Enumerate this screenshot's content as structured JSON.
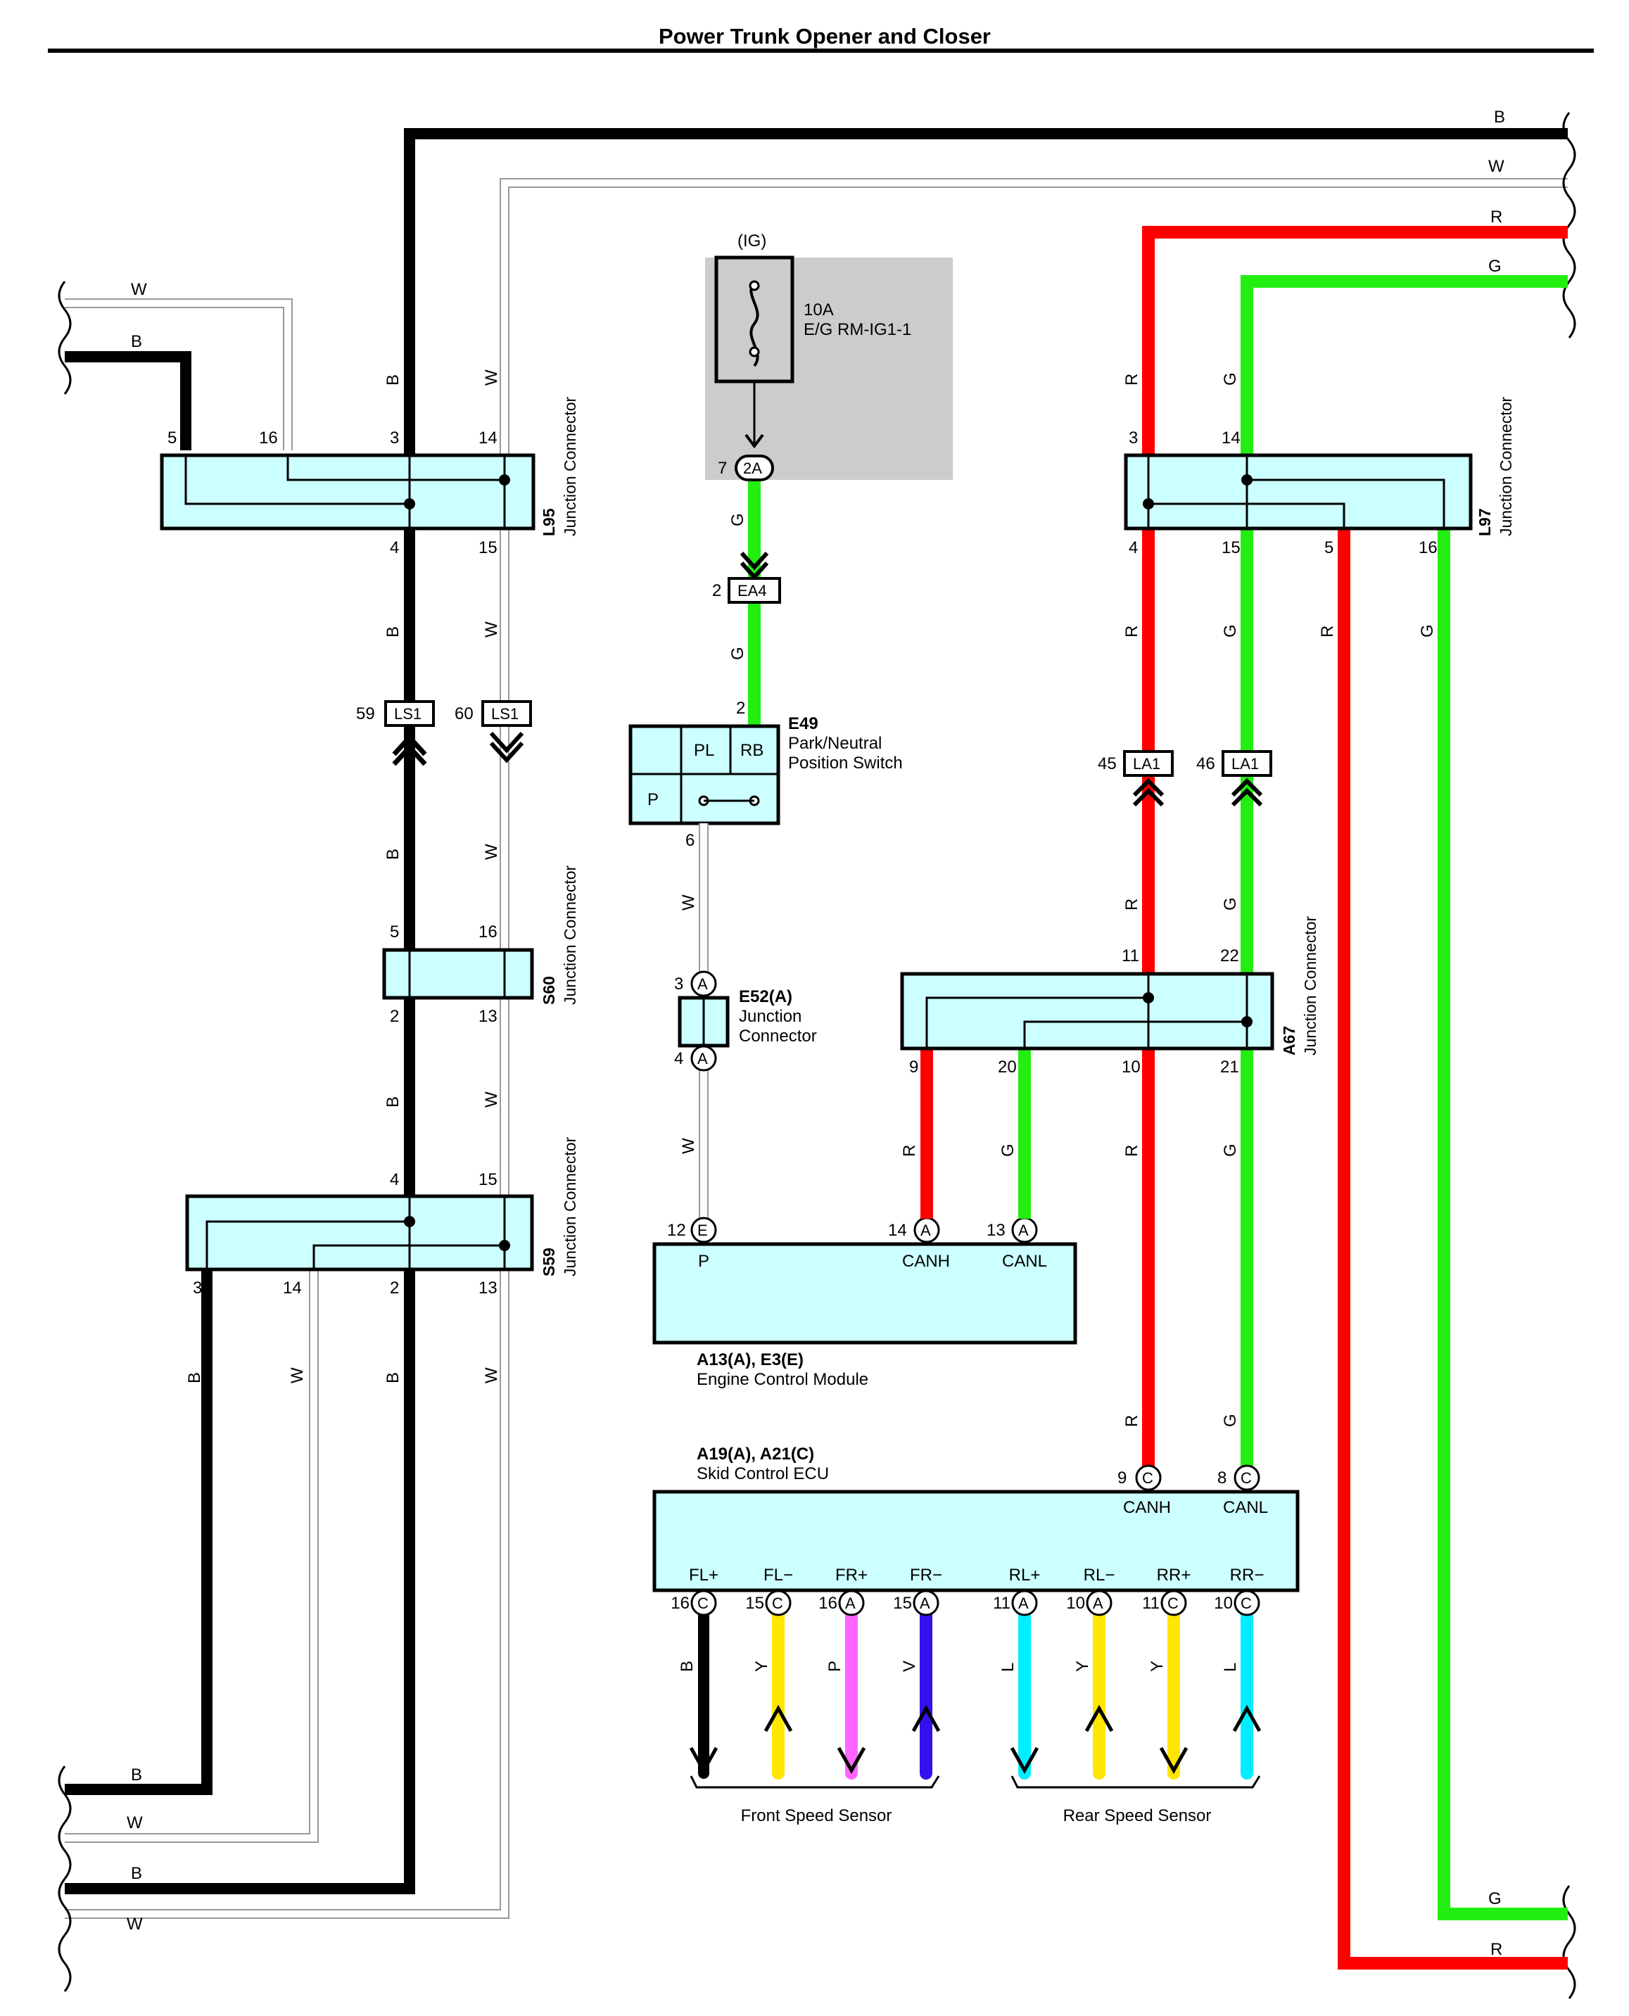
{
  "title": "Power Trunk Opener and Closer",
  "colors": {
    "black_wire": "#000000",
    "white_wire": "#999999",
    "red_wire": "#ff0000",
    "green_wire": "#22ee11",
    "yellow_wire": "#ffe600",
    "pink_wire": "#ff66ff",
    "violet_wire": "#3311ee",
    "light_blue_wire": "#00eeff",
    "connector_fill": "#ccffff",
    "fuse_box_fill": "#cccccc"
  },
  "wire_codes": {
    "B": "B",
    "W": "W",
    "R": "R",
    "G": "G",
    "Y": "Y",
    "P": "P",
    "V": "V",
    "L": "L"
  },
  "fuse": {
    "supply": "(IG)",
    "rating": "10A",
    "name": "E/G RM-IG1-1",
    "pin": "7",
    "connector": "2A"
  },
  "connectors": {
    "L95": {
      "id": "L95",
      "name": "Junction Connector",
      "pins": [
        "5",
        "16",
        "3",
        "14",
        "4",
        "15"
      ]
    },
    "L97": {
      "id": "L97",
      "name": "Junction Connector",
      "pins": [
        "3",
        "14",
        "4",
        "15",
        "5",
        "16"
      ]
    },
    "S60": {
      "id": "S60",
      "name": "Junction Connector",
      "pins": [
        "5",
        "16",
        "2",
        "13"
      ]
    },
    "S59": {
      "id": "S59",
      "name": "Junction Connector",
      "pins": [
        "4",
        "15",
        "3",
        "14",
        "2",
        "13"
      ]
    },
    "A67": {
      "id": "A67",
      "name": "Junction Connector",
      "pins": [
        "11",
        "22",
        "9",
        "20",
        "10",
        "21"
      ]
    },
    "E52": {
      "id": "E52(A)",
      "name1": "Junction",
      "name2": "Connector",
      "pin_top": "3",
      "pin_bottom": "4",
      "letter": "A"
    },
    "EA4": {
      "pin": "2",
      "code": "EA4"
    },
    "LS1": {
      "pin_a": "59",
      "pin_b": "60",
      "code": "LS1"
    },
    "LA1": {
      "pin_a": "45",
      "pin_b": "46",
      "code": "LA1"
    }
  },
  "park_switch": {
    "id": "E49",
    "name1": "Park/Neutral",
    "name2": "Position Switch",
    "pin_in": "2",
    "pin_out": "6",
    "labels": [
      "PL",
      "RB",
      "P"
    ]
  },
  "ecm": {
    "id": "A13(A), E3(E)",
    "name": "Engine Control Module",
    "pins": [
      {
        "num": "12",
        "letter": "E",
        "label": "P"
      },
      {
        "num": "14",
        "letter": "A",
        "label": "CANH"
      },
      {
        "num": "13",
        "letter": "A",
        "label": "CANL"
      }
    ]
  },
  "skid_ecu": {
    "id": "A19(A), A21(C)",
    "name": "Skid Control ECU",
    "can_pins": [
      {
        "num": "9",
        "letter": "C",
        "label": "CANH"
      },
      {
        "num": "8",
        "letter": "C",
        "label": "CANL"
      }
    ],
    "sensor_pins": [
      {
        "num": "16",
        "letter": "C",
        "label": "FL+",
        "wire": "B"
      },
      {
        "num": "15",
        "letter": "C",
        "label": "FL−",
        "wire": "Y"
      },
      {
        "num": "16",
        "letter": "A",
        "label": "FR+",
        "wire": "P"
      },
      {
        "num": "15",
        "letter": "A",
        "label": "FR−",
        "wire": "V"
      },
      {
        "num": "11",
        "letter": "A",
        "label": "RL+",
        "wire": "L"
      },
      {
        "num": "10",
        "letter": "A",
        "label": "RL−",
        "wire": "Y"
      },
      {
        "num": "11",
        "letter": "C",
        "label": "RR+",
        "wire": "Y"
      },
      {
        "num": "10",
        "letter": "C",
        "label": "RR−",
        "wire": "L"
      }
    ]
  },
  "sensors": {
    "front": "Front Speed Sensor",
    "rear": "Rear Speed Sensor"
  }
}
